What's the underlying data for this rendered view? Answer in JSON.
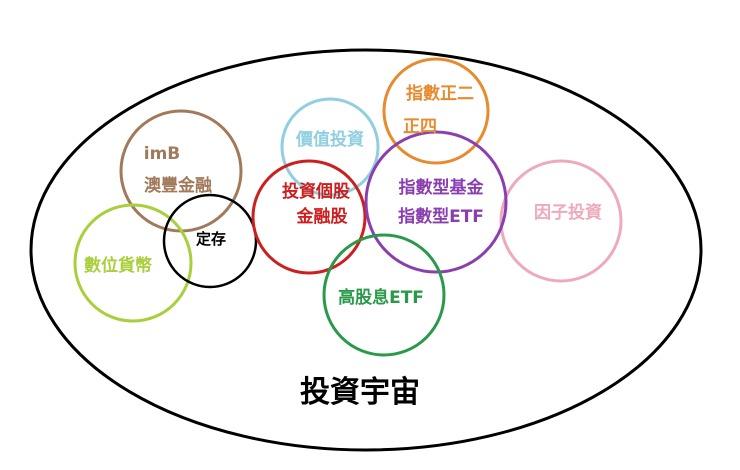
{
  "universe": {
    "label": "投資宇宙",
    "color": "#000000"
  },
  "circles": {
    "imb": {
      "lines": [
        "imB",
        "澳豐金融"
      ],
      "color": "#a07a5a"
    },
    "time_deposit": {
      "lines": [
        "定存"
      ],
      "color": "#000000"
    },
    "digital_currency": {
      "lines": [
        "數位貨幣"
      ],
      "color": "#a8cf3c"
    },
    "value_investing": {
      "lines": [
        "價值投資"
      ],
      "color": "#8fcfe0"
    },
    "leveraged_index": {
      "lines": [
        "指數正二",
        "正四"
      ],
      "color": "#e88a2e"
    },
    "individual_stocks": {
      "lines": [
        "投資個股",
        "金融股"
      ],
      "color": "#cc2020"
    },
    "index_funds": {
      "lines": [
        "指數型基金",
        "指數型ETF"
      ],
      "color": "#8a3fb0"
    },
    "factor_investing": {
      "lines": [
        "因子投資"
      ],
      "color": "#eeaabb"
    },
    "high_dividend": {
      "lines": [
        "高股息ETF"
      ],
      "color": "#2a9a4a"
    }
  }
}
